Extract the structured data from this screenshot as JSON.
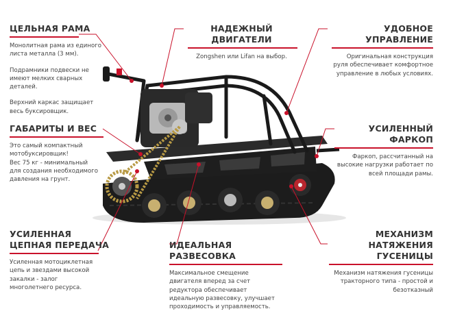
{
  "features": {
    "frame": {
      "title": "ЦЕЛЬНАЯ РАМА",
      "paragraphs": [
        "Монолитная рама из единого\nлиста металла (3 мм).",
        "Подрамники подвески не\nимеют мелких сварных\nдеталей.",
        "Верхний каркас защищает\nвесь буксировщик."
      ]
    },
    "engine": {
      "title": "НАДЕЖНЫЙ ДВИГАТЕЛИ",
      "text": "Zongshen или Lifan на выбор."
    },
    "control": {
      "title": "УДОБНОЕ УПРАВЛЕНИЕ",
      "text": "Оригинальная конструкция\nруля обеспечивает комфортное\nуправление в любых условиях."
    },
    "dimensions": {
      "title": "ГАБАРИТЫ И ВЕС",
      "text": "Это самый компактный\nмотобуксировщик!\nВес 75 кг - минимальный\nдля создания необходимого\nдавления на грунт."
    },
    "hitch": {
      "title": "УСИЛЕННЫЙ ФАРКОП",
      "text": "Фаркоп, рассчитанный на\nвысокие нагрузки работает по\nвсей площади рамы."
    },
    "chain": {
      "title": "УСИЛЕННАЯ\nЦЕПНАЯ ПЕРЕДАЧА",
      "text": "Усиленная мотоциклетная\nцепь  и звездами высокой\nзакалки - залог\nмноголетнего ресурса."
    },
    "balance": {
      "title": "ИДЕАЛЬНАЯ РАЗВЕСОВКА",
      "text": "Максимальное смещение\nдвигателя вперед  за счет\nредуктора обеспечивает\nидеальную развесовку, улучшает\nпроходимость и управляемость."
    },
    "tension": {
      "title": "МЕХАНИЗМ\nНАТЯЖЕНИЯ ГУСЕНИЦЫ",
      "text": "Механизм натяжения гусеницы\nтракторного типа - простой и\nбезотказный"
    }
  },
  "colors": {
    "accent": "#c9112a",
    "title": "#333333",
    "body": "#444444"
  }
}
